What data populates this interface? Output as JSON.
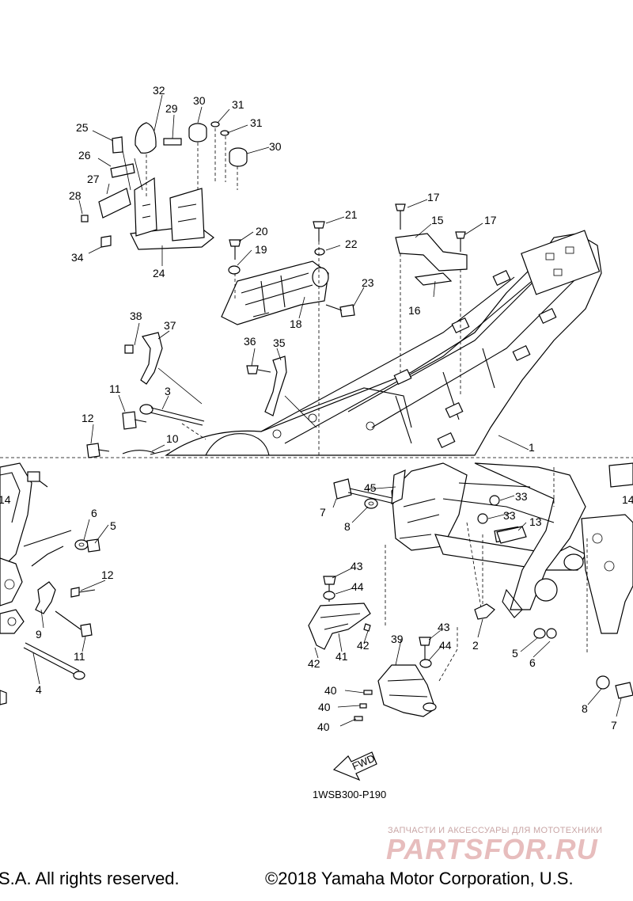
{
  "diagram": {
    "drawing_code": "1WSB300-P190",
    "fwd_label": "FWD",
    "callouts": [
      {
        "id": "32",
        "text": "32"
      },
      {
        "id": "29",
        "text": "29"
      },
      {
        "id": "30a",
        "text": "30"
      },
      {
        "id": "31a",
        "text": "31"
      },
      {
        "id": "31b",
        "text": "31"
      },
      {
        "id": "30b",
        "text": "30"
      },
      {
        "id": "25",
        "text": "25"
      },
      {
        "id": "26",
        "text": "26"
      },
      {
        "id": "27",
        "text": "27"
      },
      {
        "id": "28",
        "text": "28"
      },
      {
        "id": "34",
        "text": "34"
      },
      {
        "id": "24",
        "text": "24"
      },
      {
        "id": "17a",
        "text": "17"
      },
      {
        "id": "17b",
        "text": "17"
      },
      {
        "id": "15",
        "text": "15"
      },
      {
        "id": "16",
        "text": "16"
      },
      {
        "id": "21",
        "text": "21"
      },
      {
        "id": "22",
        "text": "22"
      },
      {
        "id": "20",
        "text": "20"
      },
      {
        "id": "19",
        "text": "19"
      },
      {
        "id": "23",
        "text": "23"
      },
      {
        "id": "18",
        "text": "18"
      },
      {
        "id": "38",
        "text": "38"
      },
      {
        "id": "37",
        "text": "37"
      },
      {
        "id": "36",
        "text": "36"
      },
      {
        "id": "35",
        "text": "35"
      },
      {
        "id": "11a",
        "text": "11"
      },
      {
        "id": "3",
        "text": "3"
      },
      {
        "id": "12a",
        "text": "12"
      },
      {
        "id": "10",
        "text": "10"
      },
      {
        "id": "1",
        "text": "1"
      },
      {
        "id": "14a",
        "text": "14"
      },
      {
        "id": "14b",
        "text": "14"
      },
      {
        "id": "6a",
        "text": "6"
      },
      {
        "id": "5a",
        "text": "5"
      },
      {
        "id": "12b",
        "text": "12"
      },
      {
        "id": "9",
        "text": "9"
      },
      {
        "id": "11b",
        "text": "11"
      },
      {
        "id": "4",
        "text": "4"
      },
      {
        "id": "7a",
        "text": "7"
      },
      {
        "id": "8a",
        "text": "8"
      },
      {
        "id": "45",
        "text": "45"
      },
      {
        "id": "33a",
        "text": "33"
      },
      {
        "id": "33b",
        "text": "33"
      },
      {
        "id": "13",
        "text": "13"
      },
      {
        "id": "43a",
        "text": "43"
      },
      {
        "id": "44a",
        "text": "44"
      },
      {
        "id": "42a",
        "text": "42"
      },
      {
        "id": "41",
        "text": "41"
      },
      {
        "id": "42b",
        "text": "42"
      },
      {
        "id": "2",
        "text": "2"
      },
      {
        "id": "5b",
        "text": "5"
      },
      {
        "id": "6b",
        "text": "6"
      },
      {
        "id": "39",
        "text": "39"
      },
      {
        "id": "43b",
        "text": "43"
      },
      {
        "id": "44b",
        "text": "44"
      },
      {
        "id": "40a",
        "text": "40"
      },
      {
        "id": "40b",
        "text": "40"
      },
      {
        "id": "40c",
        "text": "40"
      },
      {
        "id": "8b",
        "text": "8"
      },
      {
        "id": "7b",
        "text": "7"
      }
    ]
  },
  "footer": {
    "left_text": "S.A. All rights reserved.",
    "right_text": "©2018 Yamaha Motor Corporation, U.S."
  },
  "watermark": {
    "tagline": "ЗАПЧАСТИ И АКСЕССУАРЫ ДЛЯ МОТОТЕХНИКИ",
    "logo": "PARTSFOR.RU"
  }
}
